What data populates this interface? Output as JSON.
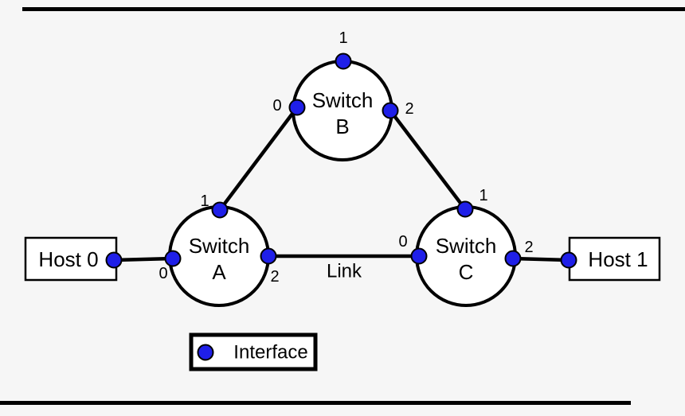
{
  "colors": {
    "background": "#f6f6f6",
    "interface_dot": "#1f1fe8",
    "line": "#000000",
    "node_fill": "#ffffff"
  },
  "hosts": [
    {
      "label": "Host 0"
    },
    {
      "label": "Host 1"
    }
  ],
  "switches": [
    {
      "name": "Switch",
      "letter": "A",
      "ports": [
        "0",
        "1",
        "2"
      ]
    },
    {
      "name": "Switch",
      "letter": "B",
      "ports": [
        "0",
        "1",
        "2"
      ]
    },
    {
      "name": "Switch",
      "letter": "C",
      "ports": [
        "0",
        "1",
        "2"
      ]
    }
  ],
  "link_label": "Link",
  "legend": {
    "label": "Interface"
  }
}
